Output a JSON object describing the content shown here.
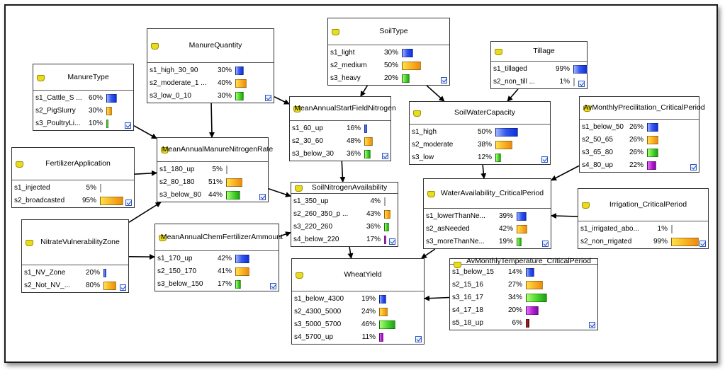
{
  "nodes": {
    "manure_type": {
      "title": "ManureType",
      "states": [
        {
          "label": "s1_Cattle_S ...",
          "pct": "60%",
          "value": 60,
          "color": "#2c4ff0"
        },
        {
          "label": "s2_PigSlurry",
          "pct": "30%",
          "value": 30,
          "color": "#f5a623"
        },
        {
          "label": "s3_PoultryLi...",
          "pct": "10%",
          "value": 10,
          "color": "#3cc92a"
        }
      ]
    },
    "manure_quantity": {
      "title": "ManureQuantity",
      "states": [
        {
          "label": "s1_high_30_90",
          "pct": "30%",
          "value": 30,
          "color": "#2c4ff0"
        },
        {
          "label": "s2_moderate_1 ...",
          "pct": "40%",
          "value": 40,
          "color": "#f5a623"
        },
        {
          "label": "s3_low_0_10",
          "pct": "30%",
          "value": 30,
          "color": "#3cc92a"
        }
      ]
    },
    "soil_type": {
      "title": "SoilType",
      "states": [
        {
          "label": "s1_light",
          "pct": "30%",
          "value": 30,
          "color": "#2c4ff0"
        },
        {
          "label": "s2_medium",
          "pct": "50%",
          "value": 50,
          "color": "#f5a623"
        },
        {
          "label": "s3_heavy",
          "pct": "20%",
          "value": 20,
          "color": "#3cc92a"
        }
      ]
    },
    "tillage": {
      "title": "Tillage",
      "states": [
        {
          "label": "s1_tillaged",
          "pct": "99%",
          "value": 99,
          "color": "#2c4ff0"
        },
        {
          "label": "s2_non_till ...",
          "pct": "1%",
          "value": 1,
          "color": "#f5a623"
        }
      ]
    },
    "av_monthly_precip": {
      "title": "AvMonthlyPrecilitation_CriticalPeriod",
      "states": [
        {
          "label": "s1_below_50",
          "pct": "26%",
          "value": 26,
          "color": "#2c4ff0"
        },
        {
          "label": "s2_50_65",
          "pct": "26%",
          "value": 26,
          "color": "#f5a623"
        },
        {
          "label": "s3_65_80",
          "pct": "26%",
          "value": 26,
          "color": "#3cc92a"
        },
        {
          "label": "s4_80_up",
          "pct": "22%",
          "value": 22,
          "color": "#b41fd0"
        }
      ]
    },
    "fertilizer_application": {
      "title": "FertilizerApplication",
      "states": [
        {
          "label": "s1_injected",
          "pct": "5%",
          "value": 5,
          "color": "#2c4ff0"
        },
        {
          "label": "s2_broadcasted",
          "pct": "95%",
          "value": 95,
          "color": "#f5a623"
        }
      ]
    },
    "mean_annual_manure_n": {
      "title": "MeanAnnualManureNitrogenRate",
      "states": [
        {
          "label": "s1_180_up",
          "pct": "5%",
          "value": 5,
          "color": "#2c4ff0"
        },
        {
          "label": "s2_80_180",
          "pct": "51%",
          "value": 51,
          "color": "#f5a623"
        },
        {
          "label": "s3_below_80",
          "pct": "44%",
          "value": 44,
          "color": "#3cc92a"
        }
      ]
    },
    "mean_annual_start_n": {
      "title": "MeanAnnualStartFieldNitrogen",
      "states": [
        {
          "label": "s1_60_up",
          "pct": "16%",
          "value": 16,
          "color": "#2c4ff0"
        },
        {
          "label": "s2_30_60",
          "pct": "48%",
          "value": 48,
          "color": "#f5a623"
        },
        {
          "label": "s3_below_30",
          "pct": "36%",
          "value": 36,
          "color": "#3cc92a"
        }
      ]
    },
    "soil_water_capacity": {
      "title": "SoilWaterCapacity",
      "states": [
        {
          "label": "s1_high",
          "pct": "50%",
          "value": 50,
          "color": "#2c4ff0"
        },
        {
          "label": "s2_moderate",
          "pct": "38%",
          "value": 38,
          "color": "#f5a623"
        },
        {
          "label": "s3_low",
          "pct": "12%",
          "value": 12,
          "color": "#3cc92a"
        }
      ]
    },
    "soil_nitrogen_availability": {
      "title": "SoilNitrogenAvailability",
      "states": [
        {
          "label": "s1_350_up",
          "pct": "4%",
          "value": 4,
          "color": "#2c4ff0"
        },
        {
          "label": "s2_260_350_p ...",
          "pct": "43%",
          "value": 43,
          "color": "#f5a623"
        },
        {
          "label": "s3_220_260",
          "pct": "36%",
          "value": 36,
          "color": "#3cc92a"
        },
        {
          "label": "s4_below_220",
          "pct": "17%",
          "value": 17,
          "color": "#b41fd0"
        }
      ]
    },
    "water_availability": {
      "title": "WaterAvailability_CriticalPeriod",
      "states": [
        {
          "label": "s1_lowerThanNe...",
          "pct": "39%",
          "value": 39,
          "color": "#2c4ff0"
        },
        {
          "label": "s2_asNeeded",
          "pct": "42%",
          "value": 42,
          "color": "#f5a623"
        },
        {
          "label": "s3_moreThanNe...",
          "pct": "19%",
          "value": 19,
          "color": "#3cc92a"
        }
      ]
    },
    "irrigation": {
      "title": "Irrigation_CriticalPeriod",
      "states": [
        {
          "label": "s1_irrigated_abo...",
          "pct": "1%",
          "value": 1,
          "color": "#2c4ff0"
        },
        {
          "label": "s2_non_rrigated",
          "pct": "99%",
          "value": 99,
          "color": "#f5a623"
        }
      ]
    },
    "nitrate_vulnerability_zone": {
      "title": "NitrateVulnerabilityZone",
      "states": [
        {
          "label": "s1_NV_Zone",
          "pct": "20%",
          "value": 20,
          "color": "#2c4ff0"
        },
        {
          "label": "s2_Not_NV_...",
          "pct": "80%",
          "value": 80,
          "color": "#f5a623"
        }
      ]
    },
    "mean_annual_chem_fert": {
      "title": "MeanAnnualChemFertilizerAmmount",
      "states": [
        {
          "label": "s1_170_up",
          "pct": "42%",
          "value": 42,
          "color": "#2c4ff0"
        },
        {
          "label": "s2_150_170",
          "pct": "41%",
          "value": 41,
          "color": "#f5a623"
        },
        {
          "label": "s3_below_150",
          "pct": "17%",
          "value": 17,
          "color": "#3cc92a"
        }
      ]
    },
    "wheat_yield": {
      "title": "WheatYield",
      "states": [
        {
          "label": "s1_below_4300",
          "pct": "19%",
          "value": 19,
          "color": "#2c4ff0"
        },
        {
          "label": "s2_4300_5000",
          "pct": "24%",
          "value": 24,
          "color": "#f5a623"
        },
        {
          "label": "s3_5000_5700",
          "pct": "46%",
          "value": 46,
          "color": "#3cc92a"
        },
        {
          "label": "s4_5700_up",
          "pct": "11%",
          "value": 11,
          "color": "#b41fd0"
        }
      ]
    },
    "av_monthly_temp": {
      "title": "AvMonthlyTemperature_CriticalPeriod",
      "states": [
        {
          "label": "s1_below_15",
          "pct": "14%",
          "value": 14,
          "color": "#2c4ff0"
        },
        {
          "label": "s2_15_16",
          "pct": "27%",
          "value": 27,
          "color": "#f5a623"
        },
        {
          "label": "s3_16_17",
          "pct": "34%",
          "value": 34,
          "color": "#3cc92a"
        },
        {
          "label": "s4_17_18",
          "pct": "20%",
          "value": 20,
          "color": "#b41fd0"
        },
        {
          "label": "s5_18_up",
          "pct": "6%",
          "value": 6,
          "color": "#8c1414"
        }
      ]
    }
  },
  "edges": [
    {
      "from": "manure_type",
      "to": "mean_annual_manure_n"
    },
    {
      "from": "manure_quantity",
      "to": "mean_annual_manure_n"
    },
    {
      "from": "manure_quantity",
      "to": "mean_annual_start_n"
    },
    {
      "from": "soil_type",
      "to": "mean_annual_start_n"
    },
    {
      "from": "soil_type",
      "to": "soil_water_capacity"
    },
    {
      "from": "tillage",
      "to": "soil_water_capacity"
    },
    {
      "from": "fertilizer_application",
      "to": "mean_annual_manure_n"
    },
    {
      "from": "mean_annual_manure_n",
      "to": "soil_nitrogen_availability"
    },
    {
      "from": "mean_annual_start_n",
      "to": "soil_nitrogen_availability"
    },
    {
      "from": "soil_water_capacity",
      "to": "water_availability"
    },
    {
      "from": "av_monthly_precip",
      "to": "water_availability"
    },
    {
      "from": "irrigation",
      "to": "water_availability"
    },
    {
      "from": "nitrate_vulnerability_zone",
      "to": "mean_annual_manure_n"
    },
    {
      "from": "nitrate_vulnerability_zone",
      "to": "mean_annual_chem_fert"
    },
    {
      "from": "mean_annual_chem_fert",
      "to": "soil_nitrogen_availability"
    },
    {
      "from": "soil_nitrogen_availability",
      "to": "wheat_yield"
    },
    {
      "from": "water_availability",
      "to": "wheat_yield"
    },
    {
      "from": "av_monthly_temp",
      "to": "wheat_yield"
    }
  ]
}
